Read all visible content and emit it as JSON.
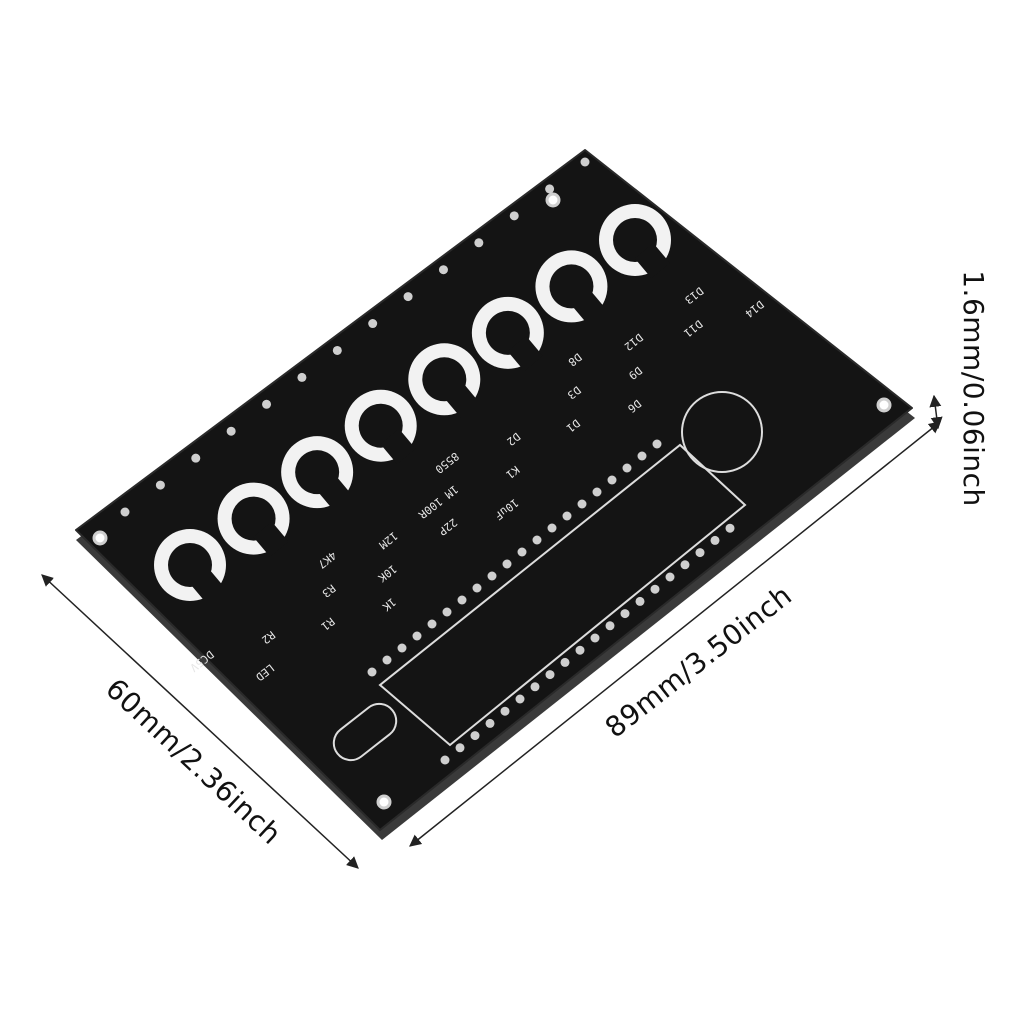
{
  "dimensions": {
    "width_label": "60mm/2.36inch",
    "length_label": "89mm/3.50inch",
    "thickness_label": "1.6mm/0.06inch"
  },
  "board": {
    "color": "#141414",
    "silk_color": "#e6e6e6",
    "pad_count": 8,
    "silkscreen": [
      "DC5V",
      "LED",
      "R1",
      "R2",
      "R3",
      "1K",
      "4K7",
      "10K",
      "22P",
      "12M",
      "1M 100R",
      "10uF",
      "8550",
      "K1",
      "D1",
      "D2",
      "D3",
      "D6",
      "D8",
      "D9",
      "D11",
      "D12",
      "D13",
      "D14"
    ]
  }
}
